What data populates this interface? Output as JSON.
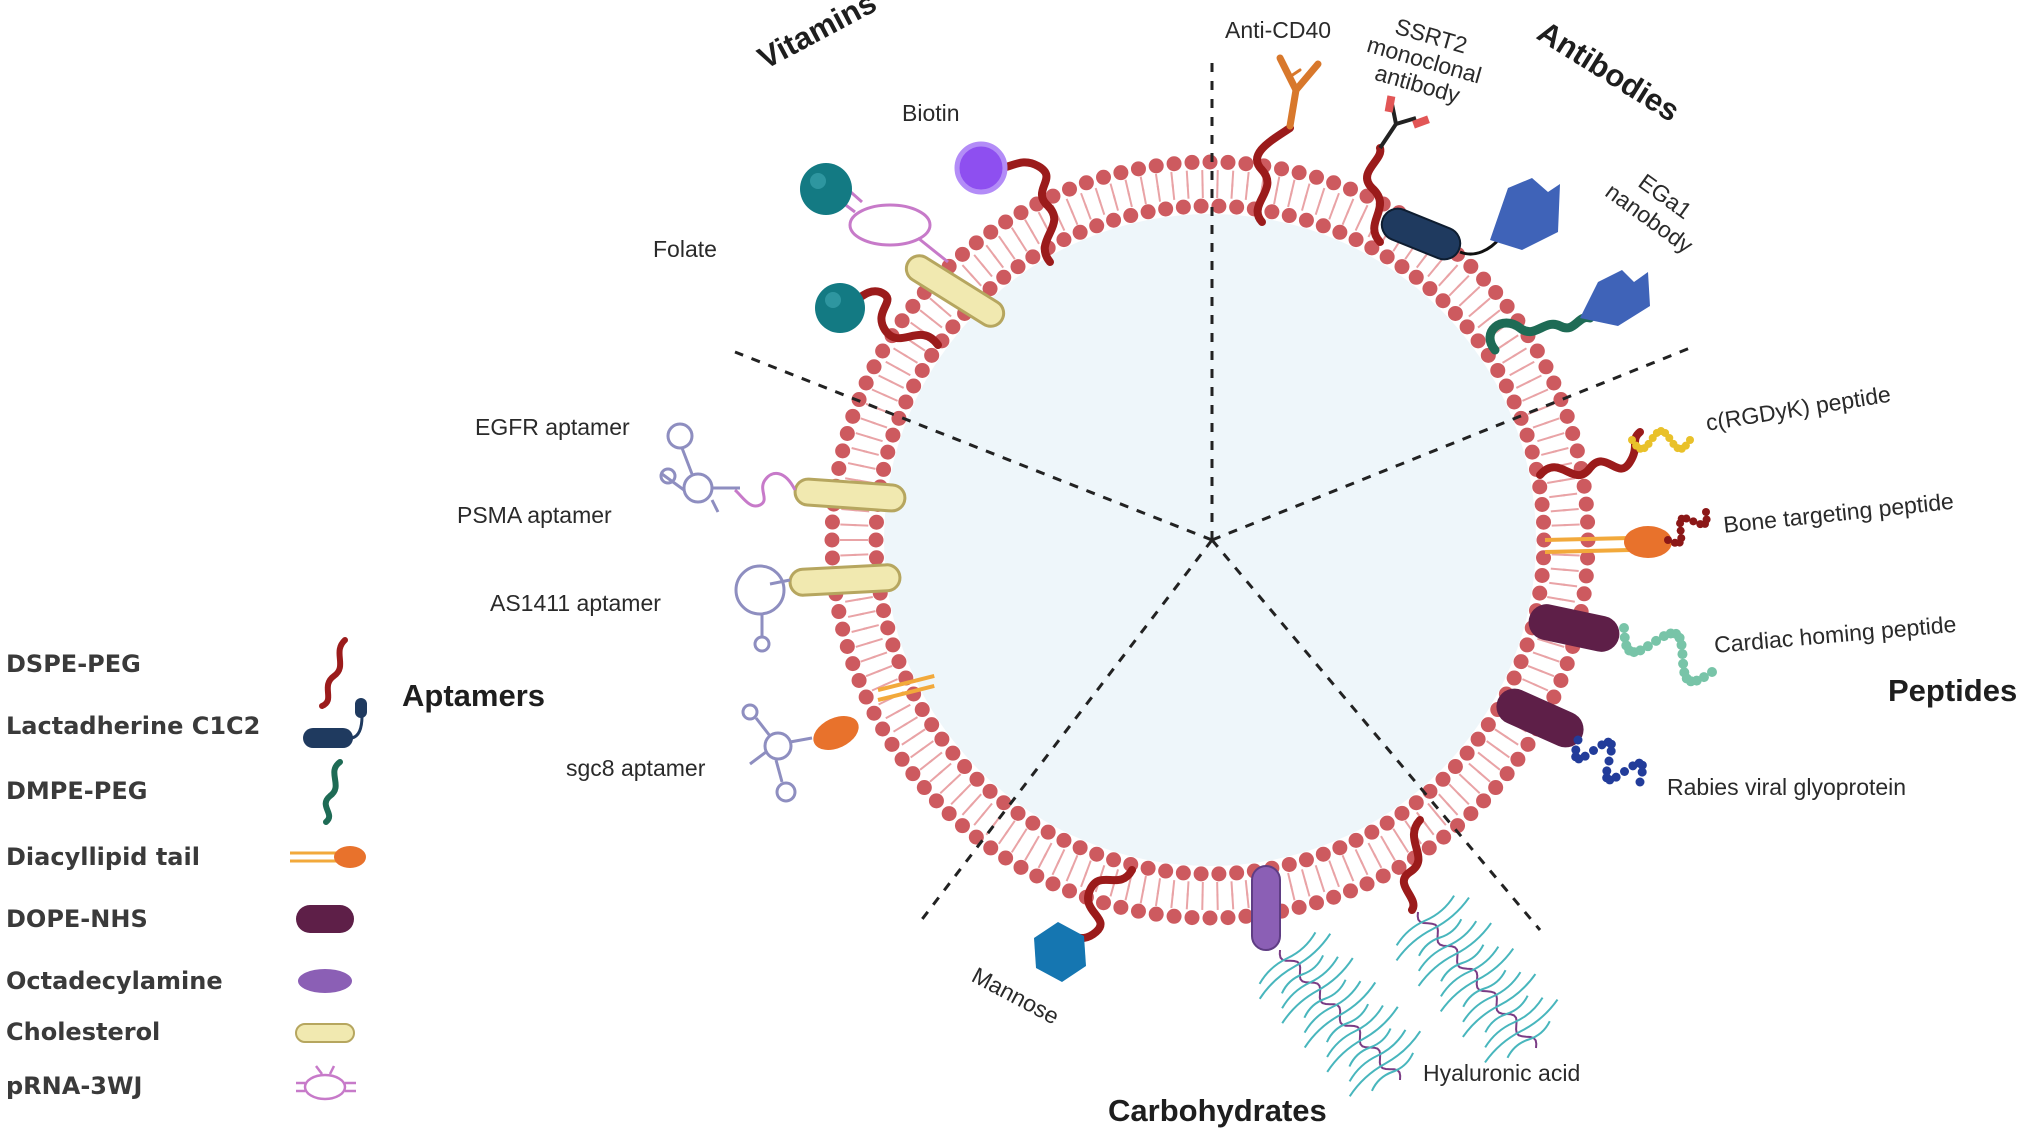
{
  "categories": {
    "vitamins": "Vitamins",
    "antibodies": "Antibodies",
    "aptamers": "Aptamers",
    "peptides": "Peptides",
    "carbohydrates": "Carbohydrates"
  },
  "ligands": {
    "biotin": "Biotin",
    "folate": "Folate",
    "anti_cd40": "Anti-CD40",
    "ssrt2": [
      "SSRT2",
      "monoclonal",
      "antibody"
    ],
    "ega1": [
      "EGa1",
      "nanobody"
    ],
    "egfr_aptamer": "EGFR aptamer",
    "psma_aptamer": "PSMA aptamer",
    "as1411_aptamer": "AS1411 aptamer",
    "sgc8_aptamer": "sgc8 aptamer",
    "crgdyk": "c(RGDyK) peptide",
    "bone_peptide": "Bone targeting peptide",
    "cardiac_peptide": "Cardiac homing peptide",
    "rabies": "Rabies viral glyoprotein",
    "mannose": "Mannose",
    "hyaluronic": "Hyaluronic acid"
  },
  "legend": [
    {
      "label": "DSPE-PEG",
      "color": "#9b1b1b"
    },
    {
      "label": "Lactadherine C1C2",
      "color": "#1f3a5f"
    },
    {
      "label": "DMPE-PEG",
      "color": "#1e6b55"
    },
    {
      "label": "Diacyllipid tail",
      "color": "#e8722c"
    },
    {
      "label": "DOPE-NHS",
      "color": "#5e1f48"
    },
    {
      "label": "Octadecylamine",
      "color": "#8b5fb5"
    },
    {
      "label": "Cholesterol",
      "color": "#f1e9b0"
    },
    {
      "label": "pRNA-3WJ",
      "color": "#c77ac9"
    }
  ],
  "colors": {
    "membrane_bead": "#cd5a5f",
    "membrane_tail": "#e9a3a6",
    "lumen": "#eef6fa"
  }
}
